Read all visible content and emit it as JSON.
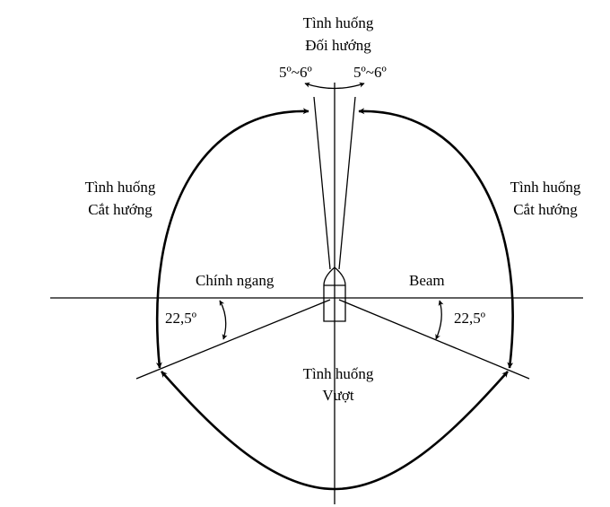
{
  "labels": {
    "head_on_line1": "Tình huống",
    "head_on_line2": "Đối hướng",
    "sector_left": "5º~6º",
    "sector_right": "5º~6º",
    "crossing_left_line1": "Tình huống",
    "crossing_left_line2": "Cắt hướng",
    "crossing_right_line1": "Tình huống",
    "crossing_right_line2": "Cắt hướng",
    "abeam_left": "Chính ngang",
    "abeam_right": "Beam",
    "angle_left": "22,5º",
    "angle_right": "22,5º",
    "overtaking_line1": "Tình huống",
    "overtaking_line2": "Vượt"
  },
  "colors": {
    "stroke": "#000000",
    "background": "#ffffff"
  }
}
